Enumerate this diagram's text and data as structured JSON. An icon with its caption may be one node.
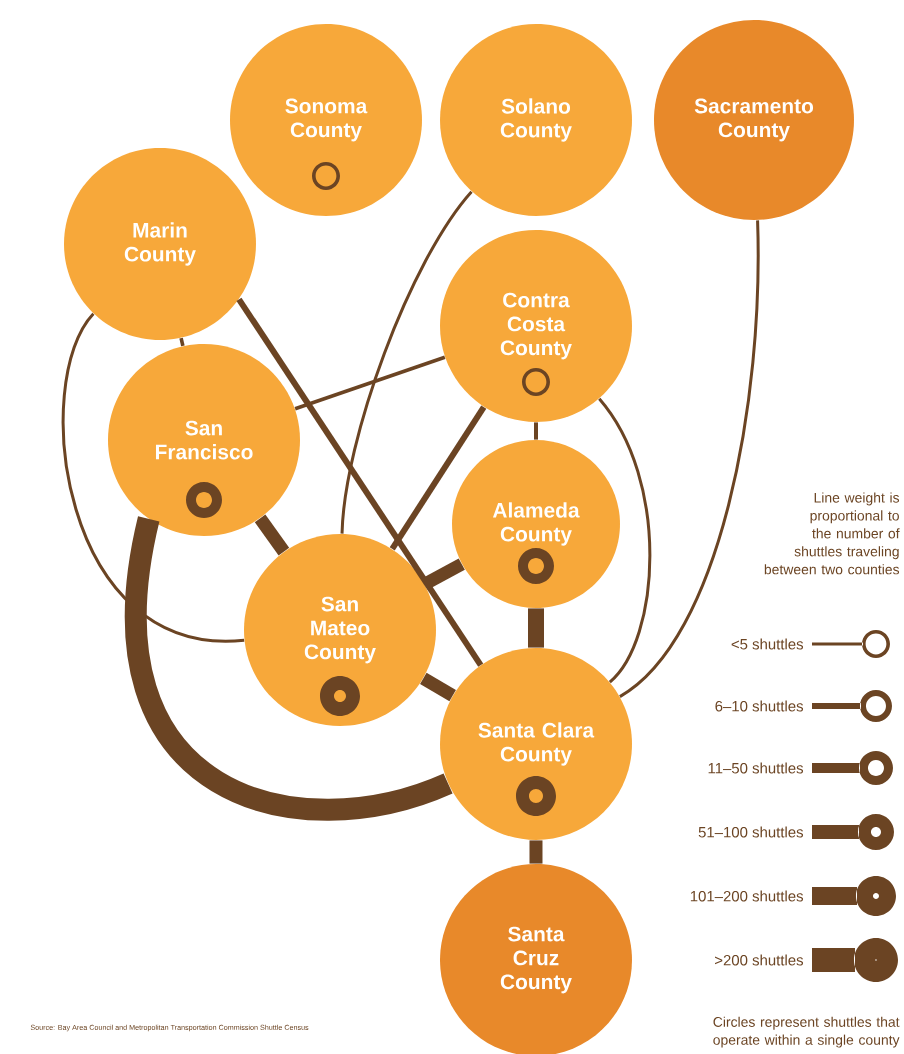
{
  "diagram": {
    "nodes": [
      {
        "text": [
          "Sonoma County"
        ]
      },
      {
        "text": [
          "Solano County"
        ]
      },
      {
        "text": [
          "Sacramento County"
        ]
      },
      {
        "text": [
          "Marin County"
        ]
      },
      {
        "text": [
          "Contra Costa County"
        ]
      },
      {
        "text": [
          "San Francisco"
        ]
      },
      {
        "text": [
          "Alameda County"
        ]
      },
      {
        "text": [
          "San Mateo County"
        ]
      },
      {
        "text": [
          "Santa Clara County"
        ]
      },
      {
        "text": [
          "Santa Cruz County"
        ]
      }
    ],
    "edges": [
      {
        "from": 3,
        "to": 5,
        "arrow": "none"
      },
      {
        "from": 3,
        "to": 8,
        "arrow": "none"
      },
      {
        "from": 3,
        "to": 7,
        "arrow": "none"
      },
      {
        "from": 1,
        "to": 7,
        "arrow": "none"
      },
      {
        "from": 4,
        "to": 5,
        "arrow": "none"
      },
      {
        "from": 4,
        "to": 7,
        "arrow": "none"
      },
      {
        "from": 4,
        "to": 6,
        "arrow": "none"
      },
      {
        "from": 4,
        "to": 8,
        "arrow": "none"
      },
      {
        "from": 2,
        "to": 8,
        "arrow": "none"
      },
      {
        "from": 5,
        "to": 7,
        "arrow": "none",
        "style": "thick"
      },
      {
        "from": 5,
        "to": 8,
        "arrow": "none",
        "style": "thick"
      },
      {
        "from": 7,
        "to": 6,
        "arrow": "none",
        "style": "thick"
      },
      {
        "from": 7,
        "to": 8,
        "arrow": "none",
        "style": "thick"
      },
      {
        "from": 6,
        "to": 8,
        "arrow": "none",
        "style": "thick"
      },
      {
        "from": 8,
        "to": 9,
        "arrow": "none",
        "style": "thick"
      }
    ],
    "labels": [
      "Line weight is proportional to the number of shuttles traveling between two counties",
      "Circles represent shuttles that operate within a single county",
      "Source: Bay Area Council and Metropolitan Transportation Commission Shuttle Census"
    ],
    "legend": [
      {
        "text": "<5 shuttles"
      },
      {
        "text": "6–10 shuttles"
      },
      {
        "text": "11–50 shuttles"
      },
      {
        "text": "51–100 shuttles"
      },
      {
        "text": "101–200 shuttles"
      },
      {
        "text": ">200 shuttles"
      }
    ]
  }
}
